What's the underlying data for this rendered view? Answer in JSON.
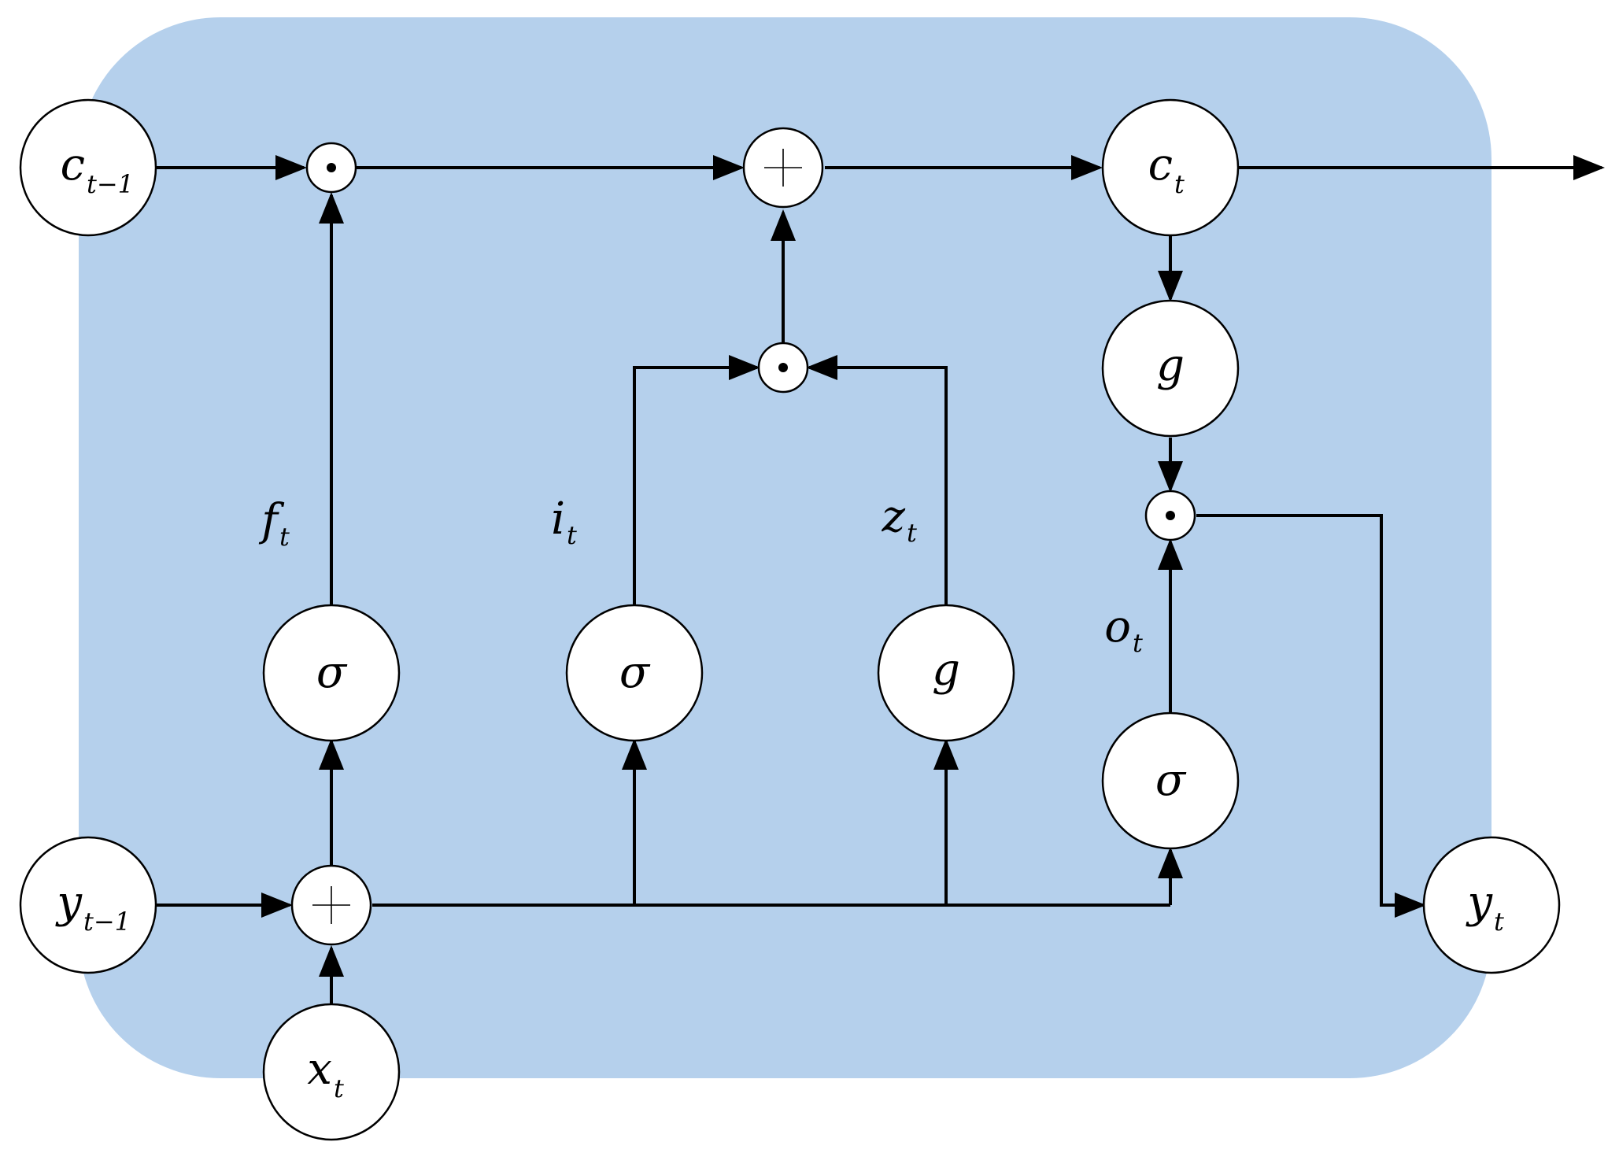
{
  "background_color": "#b5d0ec",
  "nodes": {
    "c_prev": {
      "main": "c",
      "sub": "t−1"
    },
    "c_t": {
      "main": "c",
      "sub": "t"
    },
    "y_prev": {
      "main": "y",
      "sub": "t−1"
    },
    "y_t": {
      "main": "y",
      "sub": "t"
    },
    "x_t": {
      "main": "x",
      "sub": "t"
    },
    "forget_act": {
      "main": "σ"
    },
    "input_act": {
      "main": "σ"
    },
    "candidate_act": {
      "main": "g"
    },
    "output_act": {
      "main": "σ"
    },
    "cell_act": {
      "main": "g"
    }
  },
  "gate_labels": {
    "f": {
      "main": "f",
      "sub": "t"
    },
    "i": {
      "main": "i",
      "sub": "t"
    },
    "z": {
      "main": "z",
      "sub": "t"
    },
    "o": {
      "main": "o",
      "sub": "t"
    }
  },
  "operators": {
    "multiply": "pointwise-multiply-icon",
    "add": "pointwise-add-icon"
  }
}
